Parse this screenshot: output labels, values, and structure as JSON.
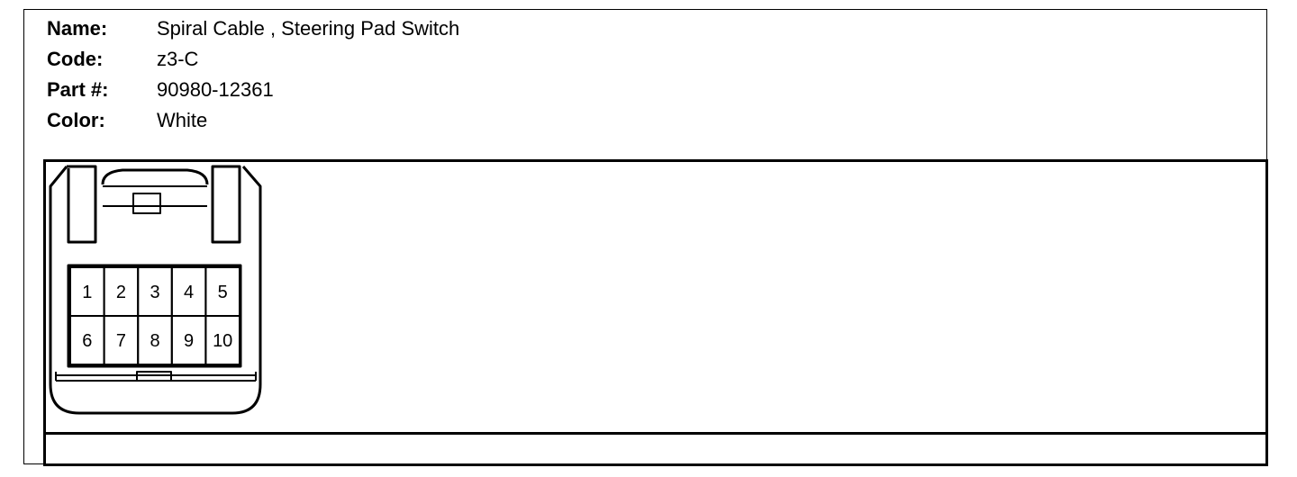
{
  "info": {
    "name_label": "Name:",
    "name_value": "Spiral Cable , Steering Pad Switch",
    "code_label": "Code:",
    "code_value": "z3-C",
    "part_label": "Part #:",
    "part_value": "90980-12361",
    "color_label": "Color:",
    "color_value": "White"
  },
  "connector": {
    "pins_top": [
      "1",
      "2",
      "3",
      "4",
      "5"
    ],
    "pins_bottom": [
      "6",
      "7",
      "8",
      "9",
      "10"
    ]
  }
}
